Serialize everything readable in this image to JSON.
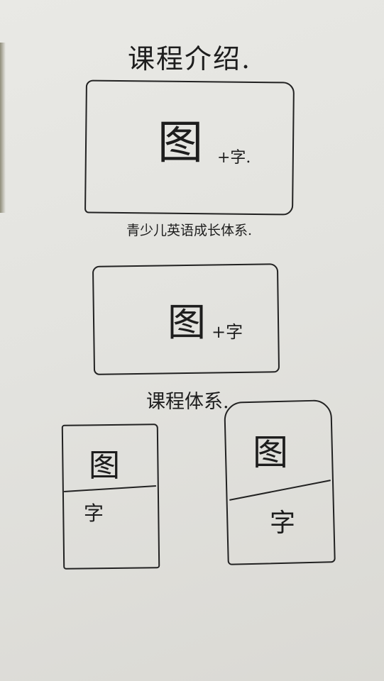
{
  "sketch": {
    "title": "课程介绍.",
    "banner1": {
      "image_label": "图",
      "text_label": "+字."
    },
    "caption1": "青少儿英语成长体系.",
    "banner2": {
      "image_label": "图",
      "text_label": "+字"
    },
    "caption2": "课程体系.",
    "card_left": {
      "image_label": "图",
      "text_label": "字"
    },
    "card_right": {
      "image_label": "图",
      "text_label": "字"
    }
  }
}
